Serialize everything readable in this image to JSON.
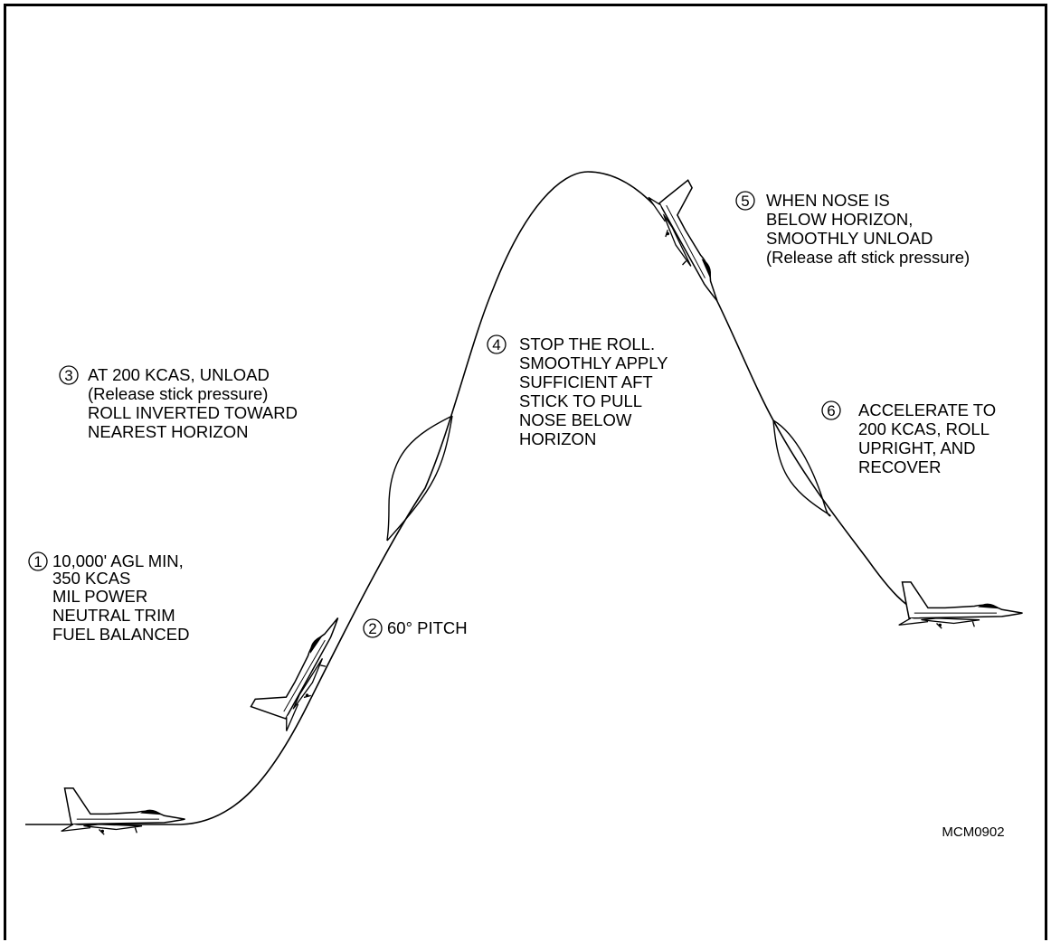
{
  "diagram": {
    "steps": [
      {
        "number": "1",
        "lines": [
          "10,000' AGL MIN,",
          "350 KCAS",
          "MIL POWER",
          "NEUTRAL TRIM",
          "FUEL BALANCED"
        ]
      },
      {
        "number": "2",
        "lines": [
          "60° PITCH"
        ]
      },
      {
        "number": "3",
        "lines": [
          "AT 200 KCAS, UNLOAD",
          "(Release stick pressure)",
          "ROLL INVERTED TOWARD",
          "NEAREST HORIZON"
        ]
      },
      {
        "number": "4",
        "lines": [
          "STOP THE ROLL.",
          "SMOOTHLY APPLY",
          "SUFFICIENT AFT",
          "STICK TO PULL",
          "NOSE BELOW",
          "HORIZON"
        ]
      },
      {
        "number": "5",
        "lines": [
          "WHEN NOSE IS",
          "BELOW HORIZON,",
          "SMOOTHLY UNLOAD",
          "(Release aft stick pressure)"
        ]
      },
      {
        "number": "6",
        "lines": [
          "ACCELERATE TO",
          "200 KCAS, ROLL",
          "UPRIGHT, AND",
          "RECOVER"
        ]
      }
    ],
    "figure_code": "MCM0902",
    "aircraft_icon": "jet-fighter-icon"
  }
}
